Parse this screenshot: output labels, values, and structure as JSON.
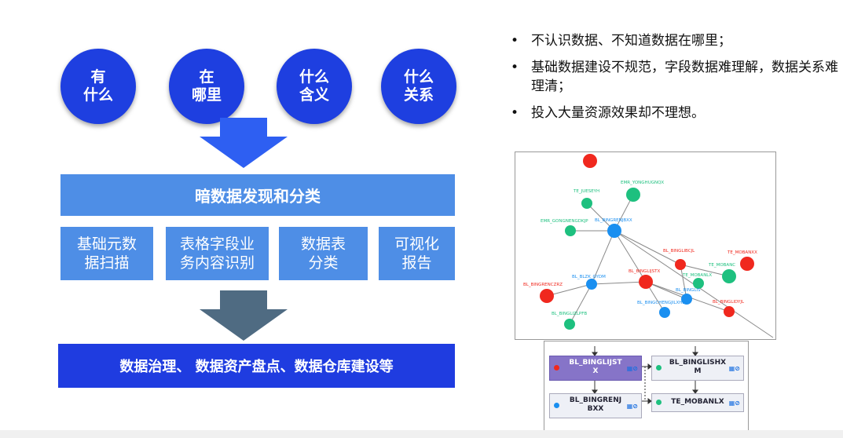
{
  "circles": [
    "有\n什么",
    "在\n哪里",
    "什么\n含义",
    "什么\n关系"
  ],
  "banner": "暗数据发现和分类",
  "sub_boxes": [
    "基础元数\n据扫描",
    "表格字段业\n务内容识别",
    "数据表\n分类",
    "可视化\n报告"
  ],
  "bottom_banner": "数据治理、 数据资产盘点、数据仓库建设等",
  "bullets": {
    "symbol": "•",
    "items": [
      "不认识数据、不知道数据在哪里；",
      "基础数据建设不规范，字段数据难理解，数据关系难理清；",
      "投入大量资源效果却不理想。"
    ]
  },
  "graph_labels": {
    "te_jueseyh": "TE_JUESEYH",
    "emr_yonghugnqx": "EMR_YONGHUGNQX",
    "emr_gongneng": "EMR_GONGNENGDKJP",
    "bl_bingrenjbxx": "BL_BINGRENJBXX",
    "bl_binglibcjl": "BL_BINGLIBCJL",
    "te_mobanxx": "TE_MOBANXX",
    "te_mobanc": "TE_MOBANC",
    "bl_blzk_gydm": "BL_BLZK_GYDM",
    "bl_binglijstx": "BL_BINGLIJSTX",
    "te_mobanlx": "TE_MOBANLX",
    "bl_bingrenczrz": "BL_BINGRENCZRZ",
    "bl_binglis": "BL_BINGLIS",
    "bl_bingchengjilxhb": "BL_BINGCHENGJILXHB",
    "bl_binglidyjl": "BL_BINGLIDYJL",
    "bl_binglizlpfb": "BL_BINGLIZLPFB"
  },
  "lineage": {
    "n1": "BL_BINGLIJST\nX",
    "n2": "BL_BINGLISHX\nM",
    "n3": "BL_BINGRENJ\nBXX",
    "n4": "TE_MOBANLX"
  },
  "colors": {
    "circle": "#1e3fe0",
    "banner": "#4e8ee6",
    "bottom": "#1f3ce0",
    "arrow1": "#2e5ff2",
    "arrow2": "#4f6b82",
    "node_red": "#f0281e",
    "node_green": "#1ec07f",
    "node_blue": "#1a8ff0"
  }
}
